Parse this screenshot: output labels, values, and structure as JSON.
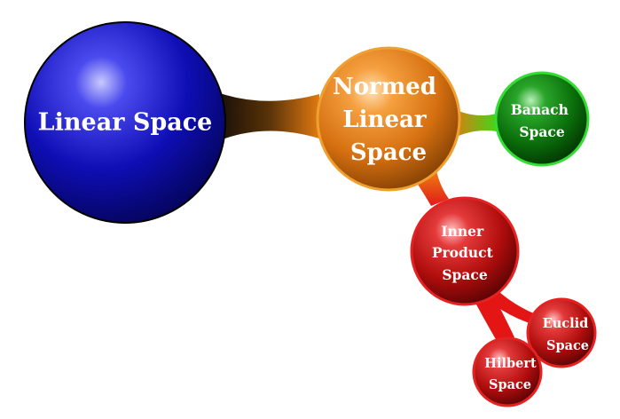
{
  "nodes": {
    "linear_space": {
      "label": "Linear Space",
      "color": "#0d0db3"
    },
    "normed_linear_space": {
      "label_lines": [
        "Normed",
        "Linear",
        "Space"
      ],
      "color": "#e07a10"
    },
    "banach_space": {
      "label_lines": [
        "Banach",
        "Space"
      ],
      "color": "#0a7a0a"
    },
    "inner_product_space": {
      "label_lines": [
        "Inner",
        "Product",
        "Space"
      ],
      "color": "#c41010"
    },
    "euclid_space": {
      "label_lines": [
        "Euclid",
        "Space"
      ],
      "color": "#c41010"
    },
    "hilbert_space": {
      "label_lines": [
        "Hilbert",
        "Space"
      ],
      "color": "#c41010"
    }
  },
  "colors": {
    "banach_border": "#33dd33",
    "normed_border": "#f0a030",
    "red_border": "#e52222"
  }
}
